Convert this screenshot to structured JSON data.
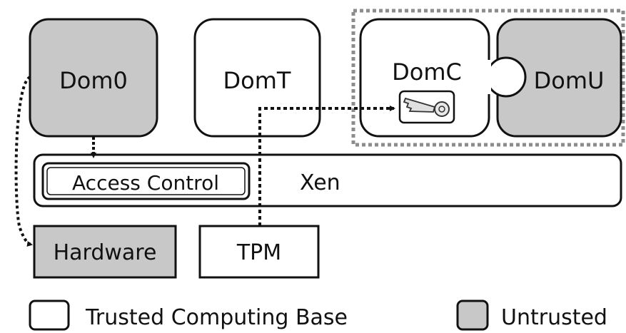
{
  "diagram": {
    "domains": {
      "dom0": "Dom0",
      "domT": "DomT",
      "domC": "DomC",
      "domU": "DomU"
    },
    "hypervisor": {
      "label": "Xen",
      "access_control": "Access Control"
    },
    "hardware": {
      "hardware": "Hardware",
      "tpm": "TPM"
    },
    "legend": {
      "trusted": "Trusted Computing Base",
      "untrusted": "Untrusted"
    },
    "icons": [
      "key-icon"
    ],
    "colors": {
      "trusted_fill": "#ffffff",
      "untrusted_fill": "#c8c8c8",
      "stroke": "#111111",
      "group_border": "#8c8c8c"
    }
  }
}
